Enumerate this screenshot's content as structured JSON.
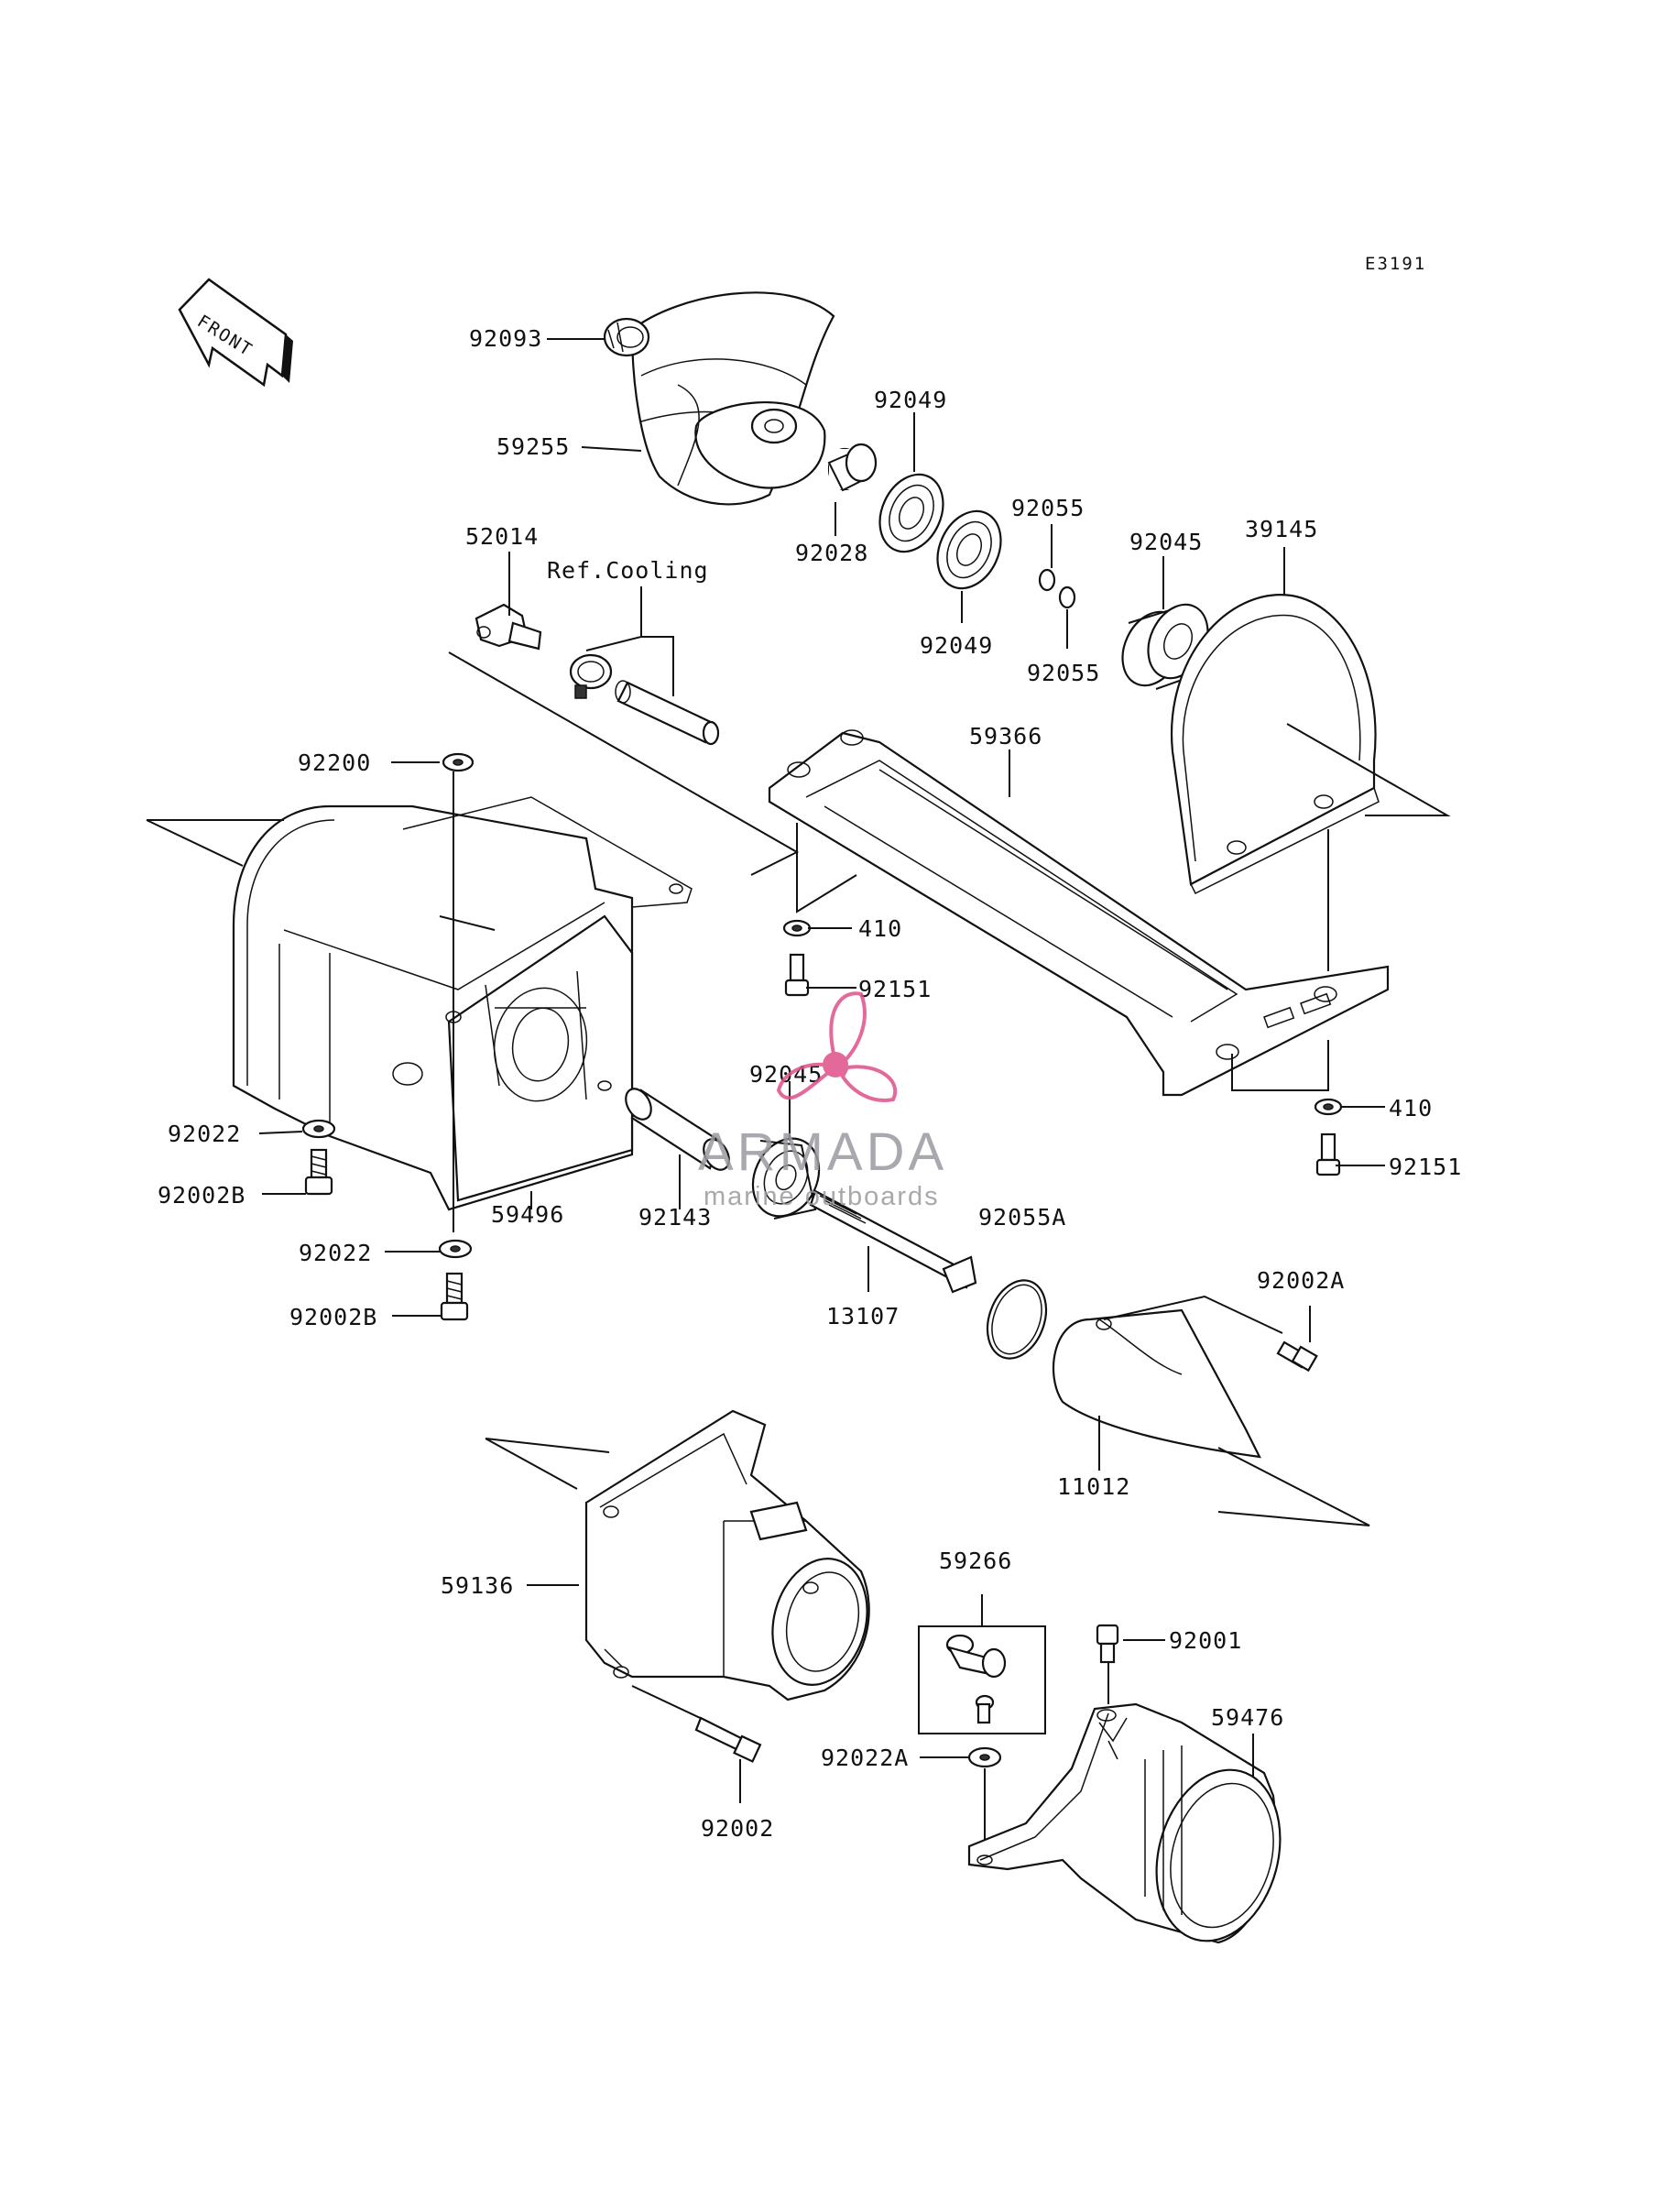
{
  "diagram_code": "E3191",
  "front_label": "FRONT",
  "ref_cooling": "Ref.Cooling",
  "watermark": {
    "title": "ARMADA",
    "subtitle": "marine outboards",
    "accent": "#e0508a"
  },
  "part_labels": {
    "p92093": "92093",
    "p59255": "59255",
    "p92049a": "92049",
    "p92028": "92028",
    "p92049b": "92049",
    "p92055a": "92055",
    "p92055b": "92055",
    "p92045a": "92045",
    "p39145": "39145",
    "p52014": "52014",
    "p59366": "59366",
    "p92200": "92200",
    "p410a": "410",
    "p92151a": "92151",
    "p92045b": "92045",
    "p410b": "410",
    "p92151b": "92151",
    "p92022a": "92022",
    "p92002b1": "92002B",
    "p59496": "59496",
    "p92143": "92143",
    "p92055A": "92055A",
    "p92022b": "92022",
    "p92002b2": "92002B",
    "p13107": "13107",
    "p92002A": "92002A",
    "p11012": "11012",
    "p59136": "59136",
    "p59266": "59266",
    "p92001": "92001",
    "p59476": "59476",
    "p92022A": "92022A",
    "p92002": "92002"
  }
}
